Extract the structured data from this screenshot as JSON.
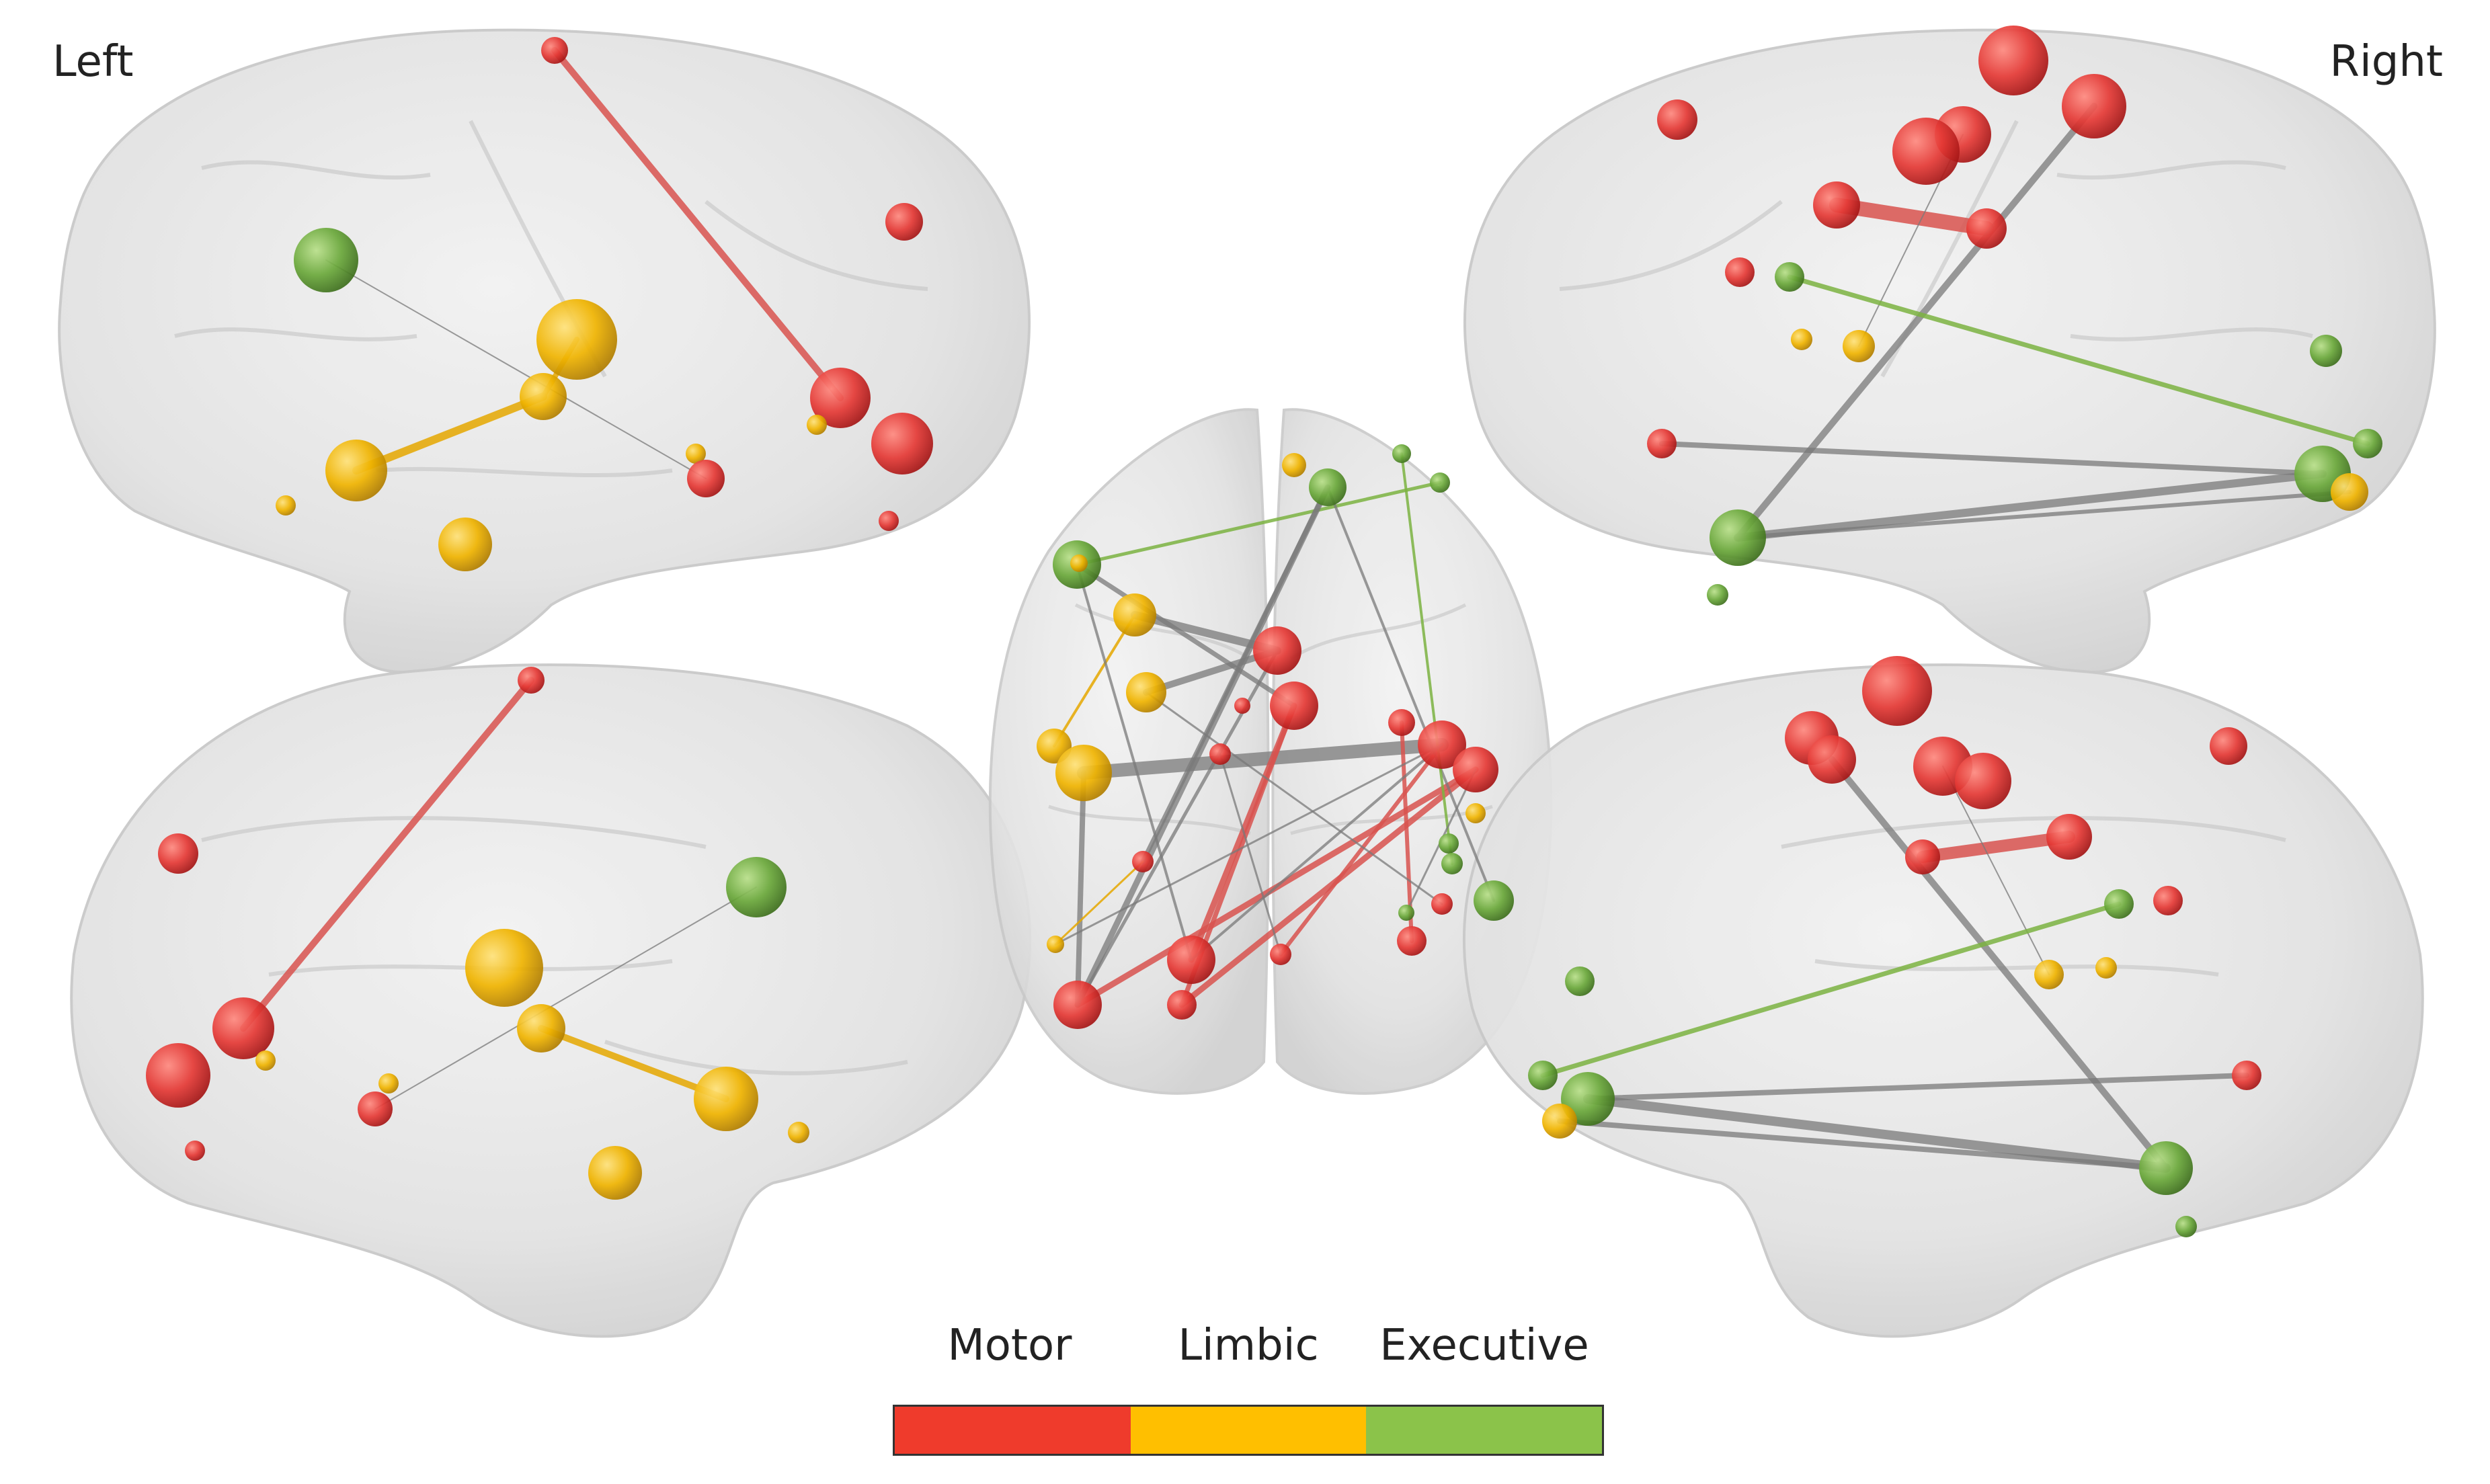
{
  "labels": {
    "left": "Left",
    "right": "Right"
  },
  "legend": {
    "items": [
      {
        "name": "Motor",
        "color": "#ef3b2c"
      },
      {
        "name": "Limbic",
        "color": "#ffbf00"
      },
      {
        "name": "Executive",
        "color": "#8bc34a"
      }
    ]
  },
  "colors": {
    "motor": "#ef3b2c",
    "limbic": "#f4b400",
    "executive": "#6fae3a",
    "gray": "#808080",
    "brain": "#e6e6e6"
  }
}
